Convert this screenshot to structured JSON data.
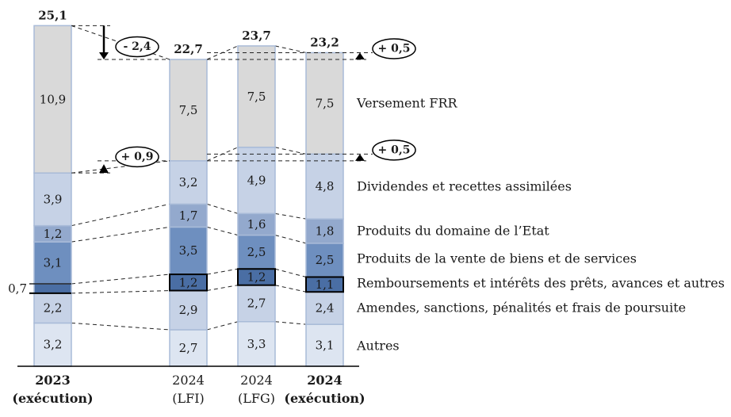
{
  "chart_data": {
    "type": "bar",
    "stacked": true,
    "categories": [
      {
        "line1": "2023",
        "line2": "(exécution)",
        "bold": true
      },
      {
        "line1": "2024",
        "line2": "(LFI)",
        "bold": false
      },
      {
        "line1": "2024",
        "line2": "(LFG)",
        "bold": false
      },
      {
        "line1": "2024",
        "line2": "(exécution)",
        "bold": true
      }
    ],
    "series": [
      {
        "name": "Autres",
        "color": "#dde5f1",
        "values": [
          3.2,
          2.7,
          3.3,
          3.1
        ],
        "labels": [
          "3,2",
          "2,7",
          "3,3",
          "3,1"
        ]
      },
      {
        "name": "Amendes, sanctions, pénalités et frais de poursuite",
        "color": "#c6d2e6",
        "values": [
          2.2,
          2.9,
          2.7,
          2.4
        ],
        "labels": [
          "2,2",
          "2,9",
          "2,7",
          "2,4"
        ]
      },
      {
        "name": "Remboursements et intérêts des prêts, avances et autres",
        "color": "#4a6ea4",
        "values": [
          0.7,
          1.2,
          1.2,
          1.1
        ],
        "labels": [
          "0,7",
          "1,2",
          "1,2",
          "1,1"
        ]
      },
      {
        "name": "Produits de la vente de biens et de services",
        "color": "#6e8fbf",
        "values": [
          3.1,
          3.5,
          2.5,
          2.5
        ],
        "labels": [
          "3,1",
          "3,5",
          "2,5",
          "2,5"
        ]
      },
      {
        "name": "Produits du domaine de l’Etat",
        "color": "#93a9cd",
        "values": [
          1.2,
          1.7,
          1.6,
          1.8
        ],
        "labels": [
          "1,2",
          "1,7",
          "1,6",
          "1,8"
        ]
      },
      {
        "name": "Dividendes et recettes assimilées",
        "color": "#c6d2e6",
        "values": [
          3.9,
          3.2,
          4.9,
          4.8
        ],
        "labels": [
          "3,9",
          "3,2",
          "4,9",
          "4,8"
        ]
      },
      {
        "name": "Versement FRR",
        "color": "#d9d9d9",
        "values": [
          10.9,
          7.5,
          7.5,
          7.5
        ],
        "labels": [
          "10,9",
          "7,5",
          "7,5",
          "7,5"
        ]
      }
    ],
    "totals": [
      25.1,
      22.7,
      23.7,
      23.2
    ],
    "total_labels": [
      "25,1",
      "22,7",
      "23,7",
      "23,2"
    ],
    "annotations": [
      {
        "text": "- 2,4",
        "direction": "down",
        "ref": "total",
        "from": 0,
        "to": 1
      },
      {
        "text": "+ 0,9",
        "direction": "up",
        "ref": "frr_base",
        "from": 0,
        "to": 1
      },
      {
        "text": "+ 0,5",
        "direction": "up",
        "ref": "total",
        "from": 1,
        "to": 3
      },
      {
        "text": "+ 0,5",
        "direction": "up",
        "ref": "frr_base",
        "from": 1,
        "to": 3
      }
    ],
    "ylim": [
      0,
      25.1
    ],
    "grid": false,
    "legend": "right",
    "title": "",
    "xlabel": "",
    "ylabel": ""
  }
}
